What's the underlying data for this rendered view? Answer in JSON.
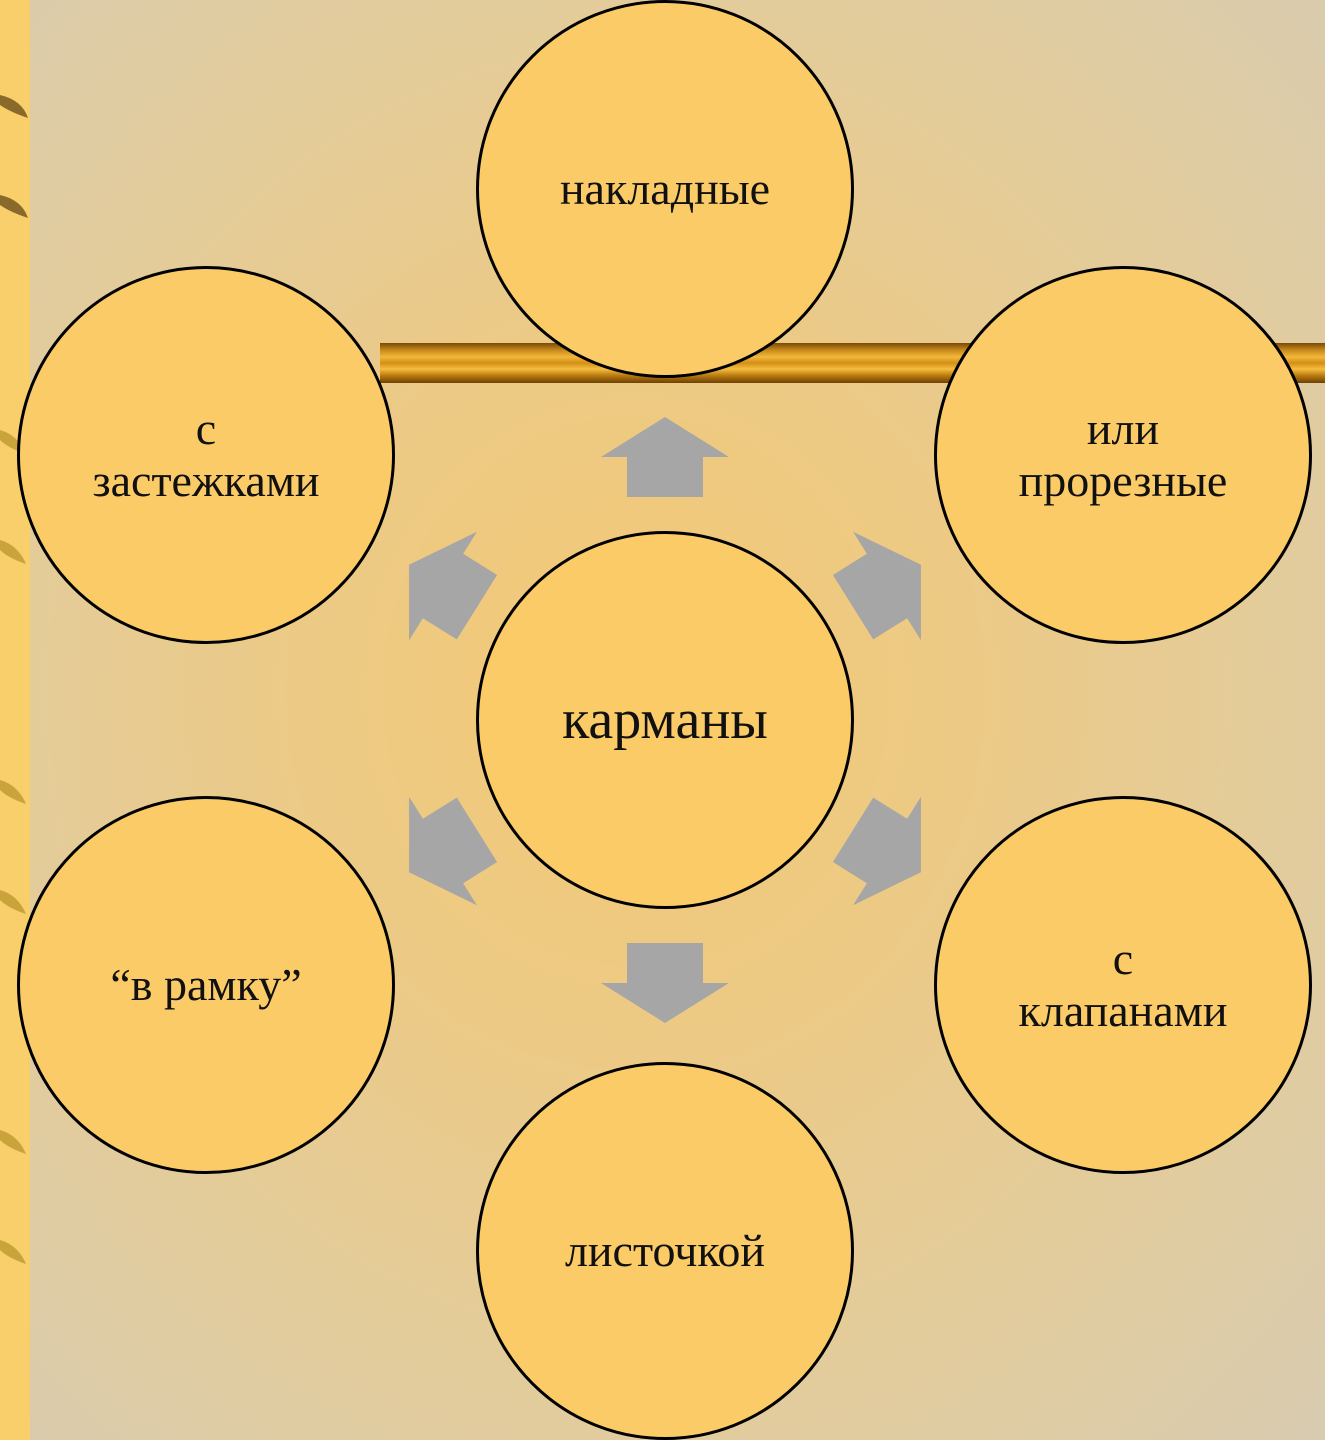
{
  "center": {
    "label": "карманы"
  },
  "nodes": {
    "top": {
      "label": "накладные"
    },
    "top_right": {
      "line1": "или",
      "line2": "прорезные"
    },
    "bottom_right": {
      "line1": "с",
      "line2": "клапанами"
    },
    "bottom": {
      "label": "листочкой"
    },
    "bottom_left": {
      "label": "“в рамку”"
    },
    "top_left": {
      "line1": "с",
      "line2": "застежками"
    }
  },
  "colors": {
    "circle_fill": "#fbcb68",
    "arrow_fill": "#a6a6a6",
    "side_strip": "#f9cf6b"
  }
}
